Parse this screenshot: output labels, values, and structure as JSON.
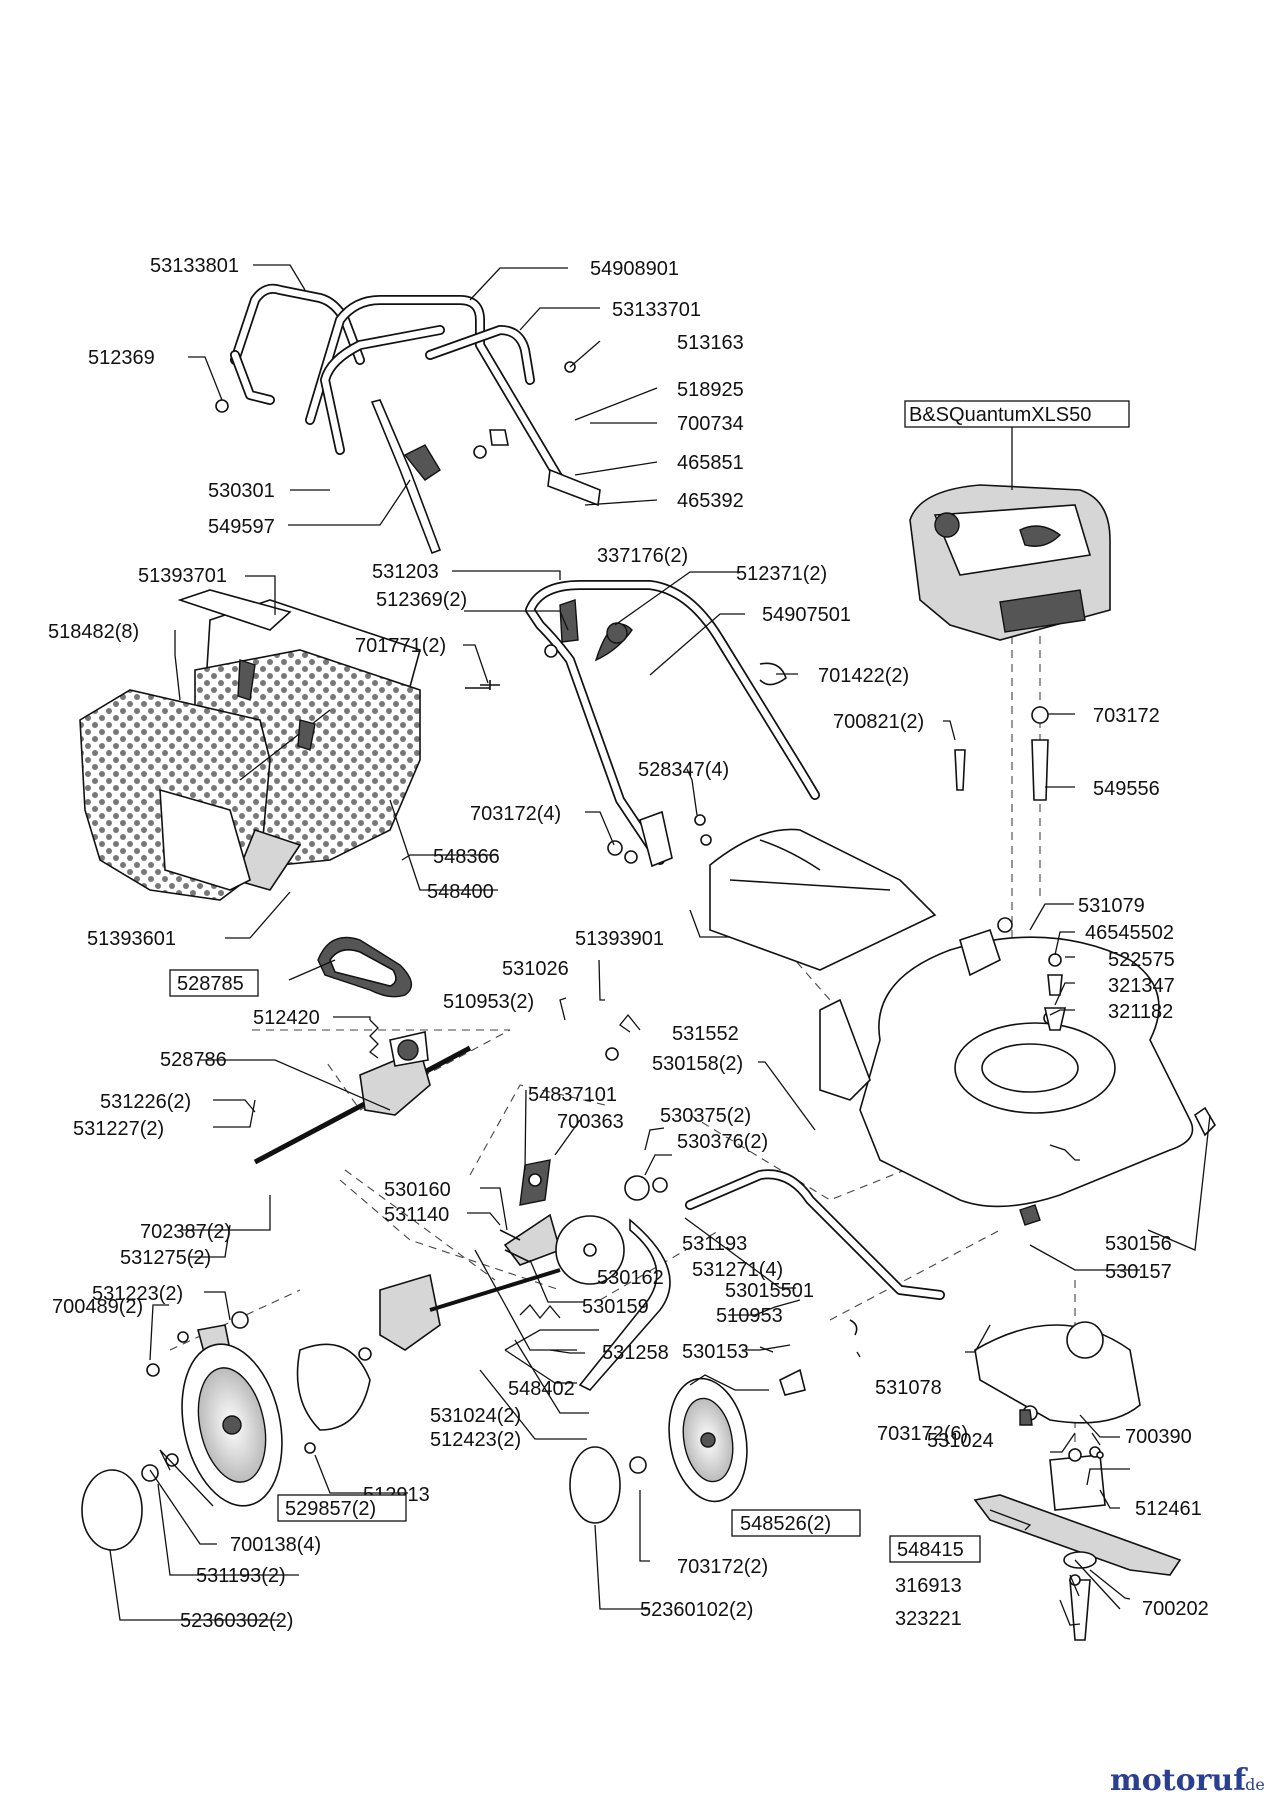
{
  "engine_box": "B&SQuantumXLS50",
  "labels": [
    "53133801",
    "54908901",
    "53133701",
    "512369",
    "513163",
    "518925",
    "700734",
    "530301",
    "465851",
    "465392",
    "549597",
    "337176(2)",
    "531203",
    "512371(2)",
    "51393701",
    "512369(2)",
    "54907501",
    "518482(8)",
    "701771(2)",
    "701422(2)",
    "703172",
    "700821(2)",
    "549556",
    "528347(4)",
    "703172(4)",
    "548366",
    "548400",
    "51393601",
    "51393901",
    "531079",
    "46545502",
    "522575",
    "321347",
    "321182",
    "531026",
    "510953(2)",
    "531552",
    "512420",
    "528786",
    "530158(2)",
    "54837101",
    "530375(2)",
    "700363",
    "530376(2)",
    "531226(2)",
    "531227(2)",
    "530160",
    "531140",
    "702387(2)",
    "530156",
    "531275(2)",
    "531193",
    "531271(4)",
    "530157",
    "531223(2)",
    "530162",
    "53015501",
    "700489(2)",
    "530159",
    "510953",
    "531258",
    "530153",
    "531078",
    "548402",
    "531024(2)",
    "512423(2)",
    "703172(6)",
    "531024",
    "700390",
    "512913",
    "512461",
    "700138(4)",
    "703172(2)",
    "316913",
    "700202",
    "531193(2)",
    "323221",
    "52360302(2)",
    "52360102(2)"
  ],
  "boxed_labels": [
    "528785",
    "529857(2)",
    "548526(2)",
    "548415"
  ],
  "watermark": {
    "brand": "motoruf",
    "tld": ".de"
  },
  "colors": {
    "ink": "#111111",
    "watermark": "#2a3f8f"
  }
}
